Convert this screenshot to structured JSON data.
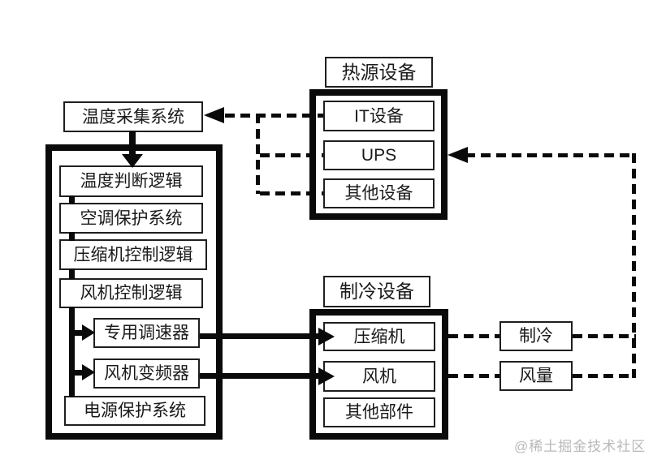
{
  "diagram": {
    "temp_collect_label": "温度采集系统",
    "heat": {
      "title": "热源设备",
      "items": [
        "IT设备",
        "UPS",
        "其他设备"
      ]
    },
    "control": {
      "logic_items": [
        "温度判断逻辑",
        "空调保护系统",
        "压缩机控制逻辑",
        "风机控制逻辑"
      ],
      "drive_items": [
        "专用调速器",
        "风机变频器"
      ],
      "power_label": "电源保护系统"
    },
    "cooling": {
      "title": "制冷设备",
      "items": [
        "压缩机",
        "风机",
        "其他部件"
      ]
    },
    "outputs": {
      "cooling_label": "制冷",
      "airflow_label": "风量"
    }
  },
  "watermark": "@稀土掘金技术社区",
  "colors": {
    "line": "#0a0a0a",
    "background": "#ffffff",
    "watermark": "#b9b9b9"
  }
}
